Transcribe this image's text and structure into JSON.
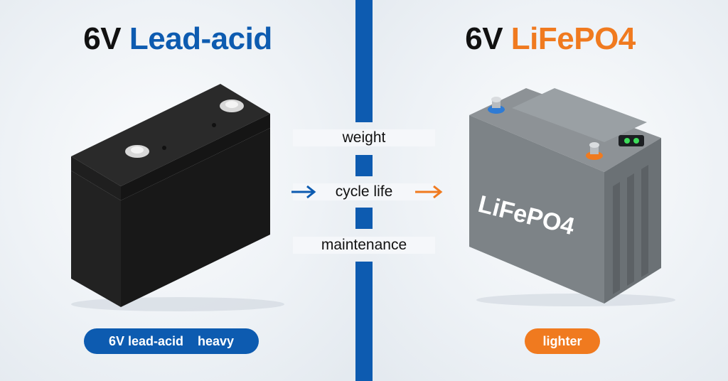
{
  "left": {
    "title_prefix": "6V",
    "title_accent": "Lead-acid",
    "badge": "6V lead-acid    heavy"
  },
  "right": {
    "title_prefix": "6V",
    "title_accent": "LiFePO4",
    "battery_label": "LiFePO4",
    "badge": "lighter"
  },
  "comparison": {
    "items": [
      "weight",
      "cycle life",
      "maintenance"
    ]
  },
  "colors": {
    "lead_accent": "#0d5bb0",
    "lfp_accent": "#f07a1f",
    "divider": "#0d5bb0"
  },
  "icons": {
    "left_arrow": "arrow-right-icon",
    "right_arrow": "arrow-right-icon"
  }
}
